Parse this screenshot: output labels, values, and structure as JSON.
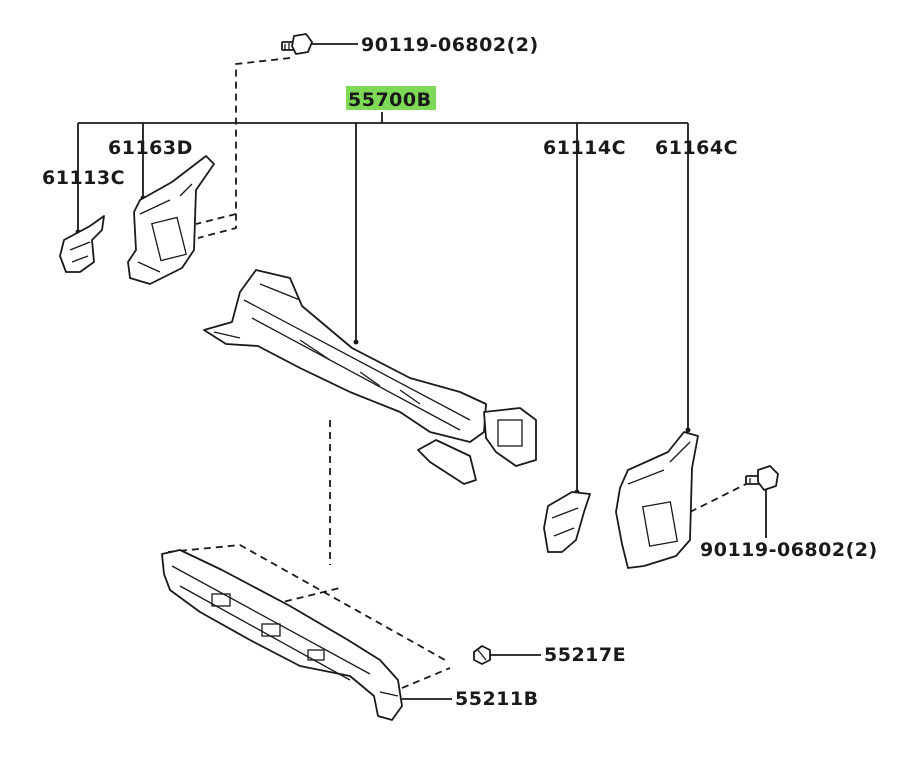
{
  "diagram": {
    "highlight_color": "#7ed957",
    "line_color": "#1a1a1a",
    "labels": {
      "main_assembly": "55700B",
      "bolt_top": "90119-06802(2)",
      "bracket_left_outer": "61113C",
      "panel_left": "61163D",
      "bracket_right_inner": "61114C",
      "panel_right": "61164C",
      "bolt_right": "90119-06802(2)",
      "clip": "55217E",
      "lower_panel": "55211B"
    }
  }
}
